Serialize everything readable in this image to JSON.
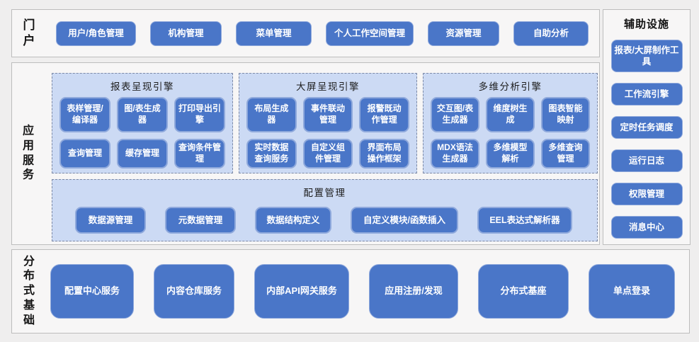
{
  "portal": {
    "label": "门户",
    "items": [
      "用户/角色管理",
      "机构管理",
      "菜单管理",
      "个人工作空间管理",
      "资源管理",
      "自助分析"
    ]
  },
  "app_services": {
    "label": "应用服务",
    "engines": [
      {
        "title": "报表呈现引擎",
        "items": [
          "表样管理/编译器",
          "图/表生成器",
          "打印导出引擎",
          "查询管理",
          "缓存管理",
          "查询条件管理"
        ]
      },
      {
        "title": "大屏呈现引擎",
        "items": [
          "布局生成器",
          "事件联动管理",
          "报警既动作管理",
          "实时数据查询服务",
          "自定义组件管理",
          "界面布局操作框架"
        ]
      },
      {
        "title": "多维分析引擎",
        "items": [
          "交互图/表生成器",
          "维度树生成",
          "图表智能映射",
          "MDX语法生成器",
          "多维模型解析",
          "多维查询管理"
        ]
      }
    ],
    "config": {
      "title": "配置管理",
      "items": [
        "数据源管理",
        "元数据管理",
        "数据结构定义",
        "自定义模块/函数插入",
        "EEL表达式解析器"
      ]
    }
  },
  "foundation": {
    "label": "分布式基础",
    "items": [
      "配置中心服务",
      "内容仓库服务",
      "内部API网关服务",
      "应用注册/发现",
      "分布式基座",
      "单点登录"
    ]
  },
  "aux": {
    "title": "辅助设施",
    "items": [
      "报表/大屏制作工具",
      "工作流引擎",
      "定时任务调度",
      "运行日志",
      "权限管理",
      "消息中心"
    ]
  },
  "colors": {
    "accent_button": "#4a76c8",
    "button_border": "#8fa9dc",
    "panel_bg": "#ccdaf4",
    "panel_dash": "#7c89a6",
    "section_bg": "#f7f6f6",
    "section_border": "#bdbdbd",
    "page_bg": "#efeeee",
    "button_text": "#ffffff"
  }
}
